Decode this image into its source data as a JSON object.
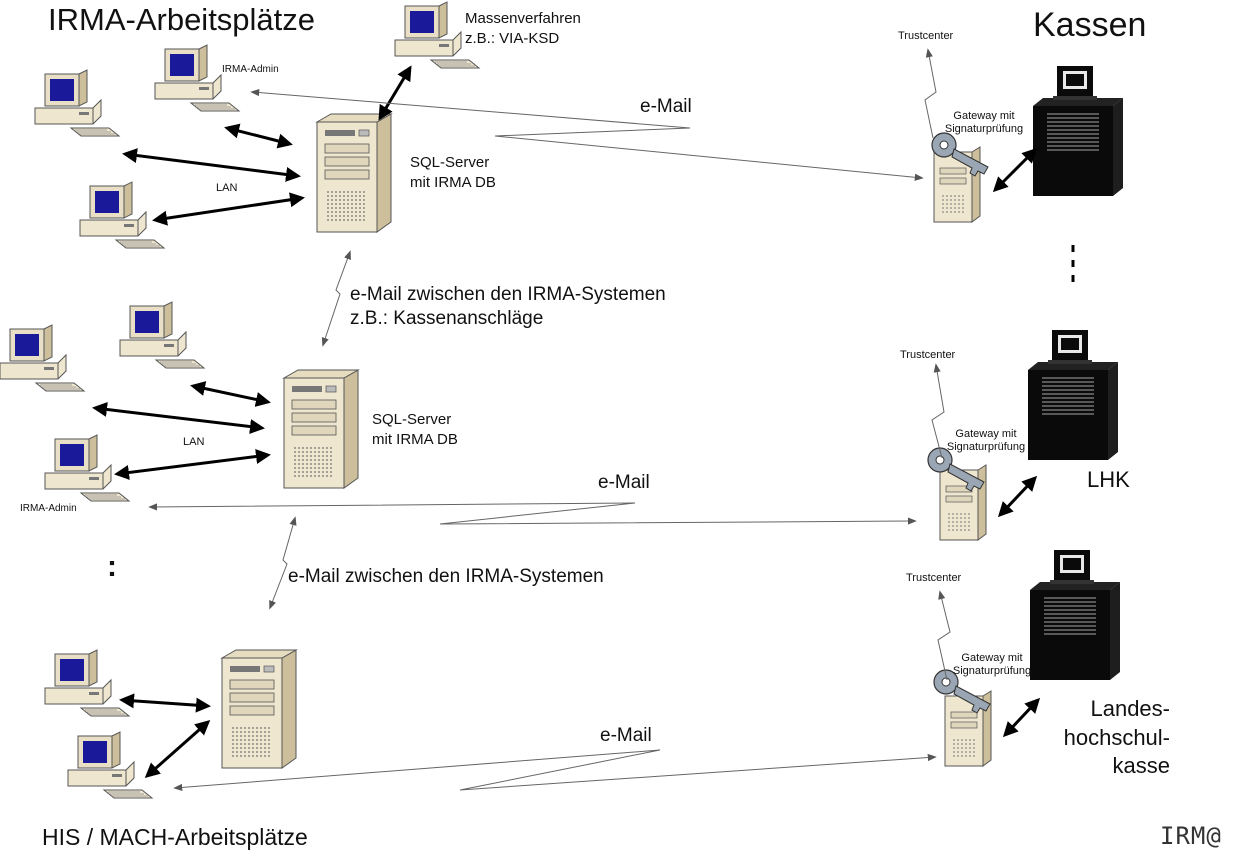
{
  "titles": {
    "irma_workplaces": "IRMA-Arbeitsplätze",
    "kassen": "Kassen",
    "his_mach": "HIS / MACH-Arbeitsplätze",
    "brand": "IRM@"
  },
  "section1": {
    "admin": "IRMA-Admin",
    "mass": "Massenverfahren",
    "mass_example": "z.B.: VIA-KSD",
    "server_line1": "SQL-Server",
    "server_line2": "mit IRMA DB",
    "lan": "LAN",
    "email": "e-Mail"
  },
  "link12": {
    "line1": "e-Mail zwischen den IRMA-Systemen",
    "line2": "z.B.: Kassenanschläge"
  },
  "section2": {
    "server_line1": "SQL-Server",
    "server_line2": "mit IRMA DB",
    "lan": "LAN",
    "admin": "IRMA-Admin",
    "email": "e-Mail"
  },
  "link23": {
    "line1": "e-Mail zwischen den IRMA-Systemen"
  },
  "ellipsis": ":",
  "section3": {
    "email": "e-Mail"
  },
  "gateway": {
    "trustcenter": "Trustcenter",
    "line1": "Gateway mit",
    "line2": "Signaturprüfung"
  },
  "receivers": {
    "lhk": "LHK",
    "landes1": "Landes-",
    "landes2": "hochschul-",
    "landes3": "kasse"
  },
  "colors": {
    "arrow": "#000000",
    "email_line": "#6b6b6b",
    "case_beige": "#efe6cf",
    "case_shadow": "#cdbf9c",
    "screen_blue": "#19199a",
    "kasse_black": "#0a0a0a",
    "key_grey": "#9aa6b4"
  }
}
